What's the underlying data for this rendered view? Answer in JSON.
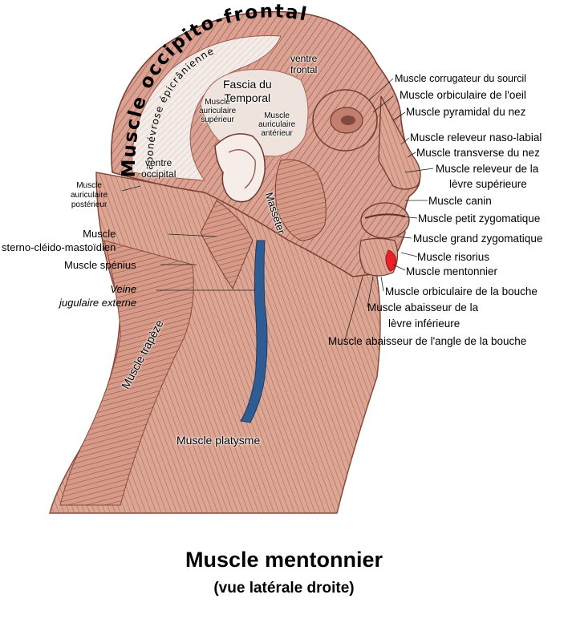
{
  "diagram": {
    "arc_labels": {
      "occipito_frontal": "Muscle occipito-frontal",
      "aponevrose": "aponévrose épicrânienne"
    },
    "head_labels": {
      "ventre_frontal": "ventre\nfrontal",
      "fascia_temporal": "Fascia du\nTemporal",
      "auriculaire_superieur": "Muscle\nauriculaire\nsupérieur",
      "auriculaire_anterieur": "Muscle\nauriculaire\nantérieur",
      "ventre_occipital": "ventre\noccipital",
      "masseter": "Masséter",
      "trapeze": "Muscle trapèze",
      "platysme": "Muscle platysme"
    },
    "left_labels": {
      "auriculaire_posterieur": "Muscle\nauriculaire\npostérieur",
      "sterno": "Muscle\nsterno-cléido-mastoïdien",
      "splenius": "Muscle spénius",
      "veine": "Veine\njugulaire externe"
    },
    "right_labels": [
      "Muscle corrugateur du sourcil",
      "Muscle orbiculaire de l'oeil",
      "Muscle pyramidal du nez",
      "Muscle releveur naso-labial",
      "Muscle transverse du nez",
      "Muscle releveur de la",
      "lèvre supérieure",
      "Muscle canin",
      "Muscle petit zygomatique",
      "Muscle grand zygomatique",
      "Muscle risorius",
      "Muscle mentonnier",
      "Muscle orbiculaire de la bouche",
      "Muscle abaisseur de la",
      "lèvre inférieure",
      "Muscle abaisseur de l'angle de la bouche"
    ],
    "highlight_color": "#e8202a",
    "vein_color": "#2f5d93",
    "muscle_color": "#d99a8a"
  },
  "caption": {
    "title": "Muscle mentonnier",
    "subtitle": "(vue latérale droite)"
  }
}
